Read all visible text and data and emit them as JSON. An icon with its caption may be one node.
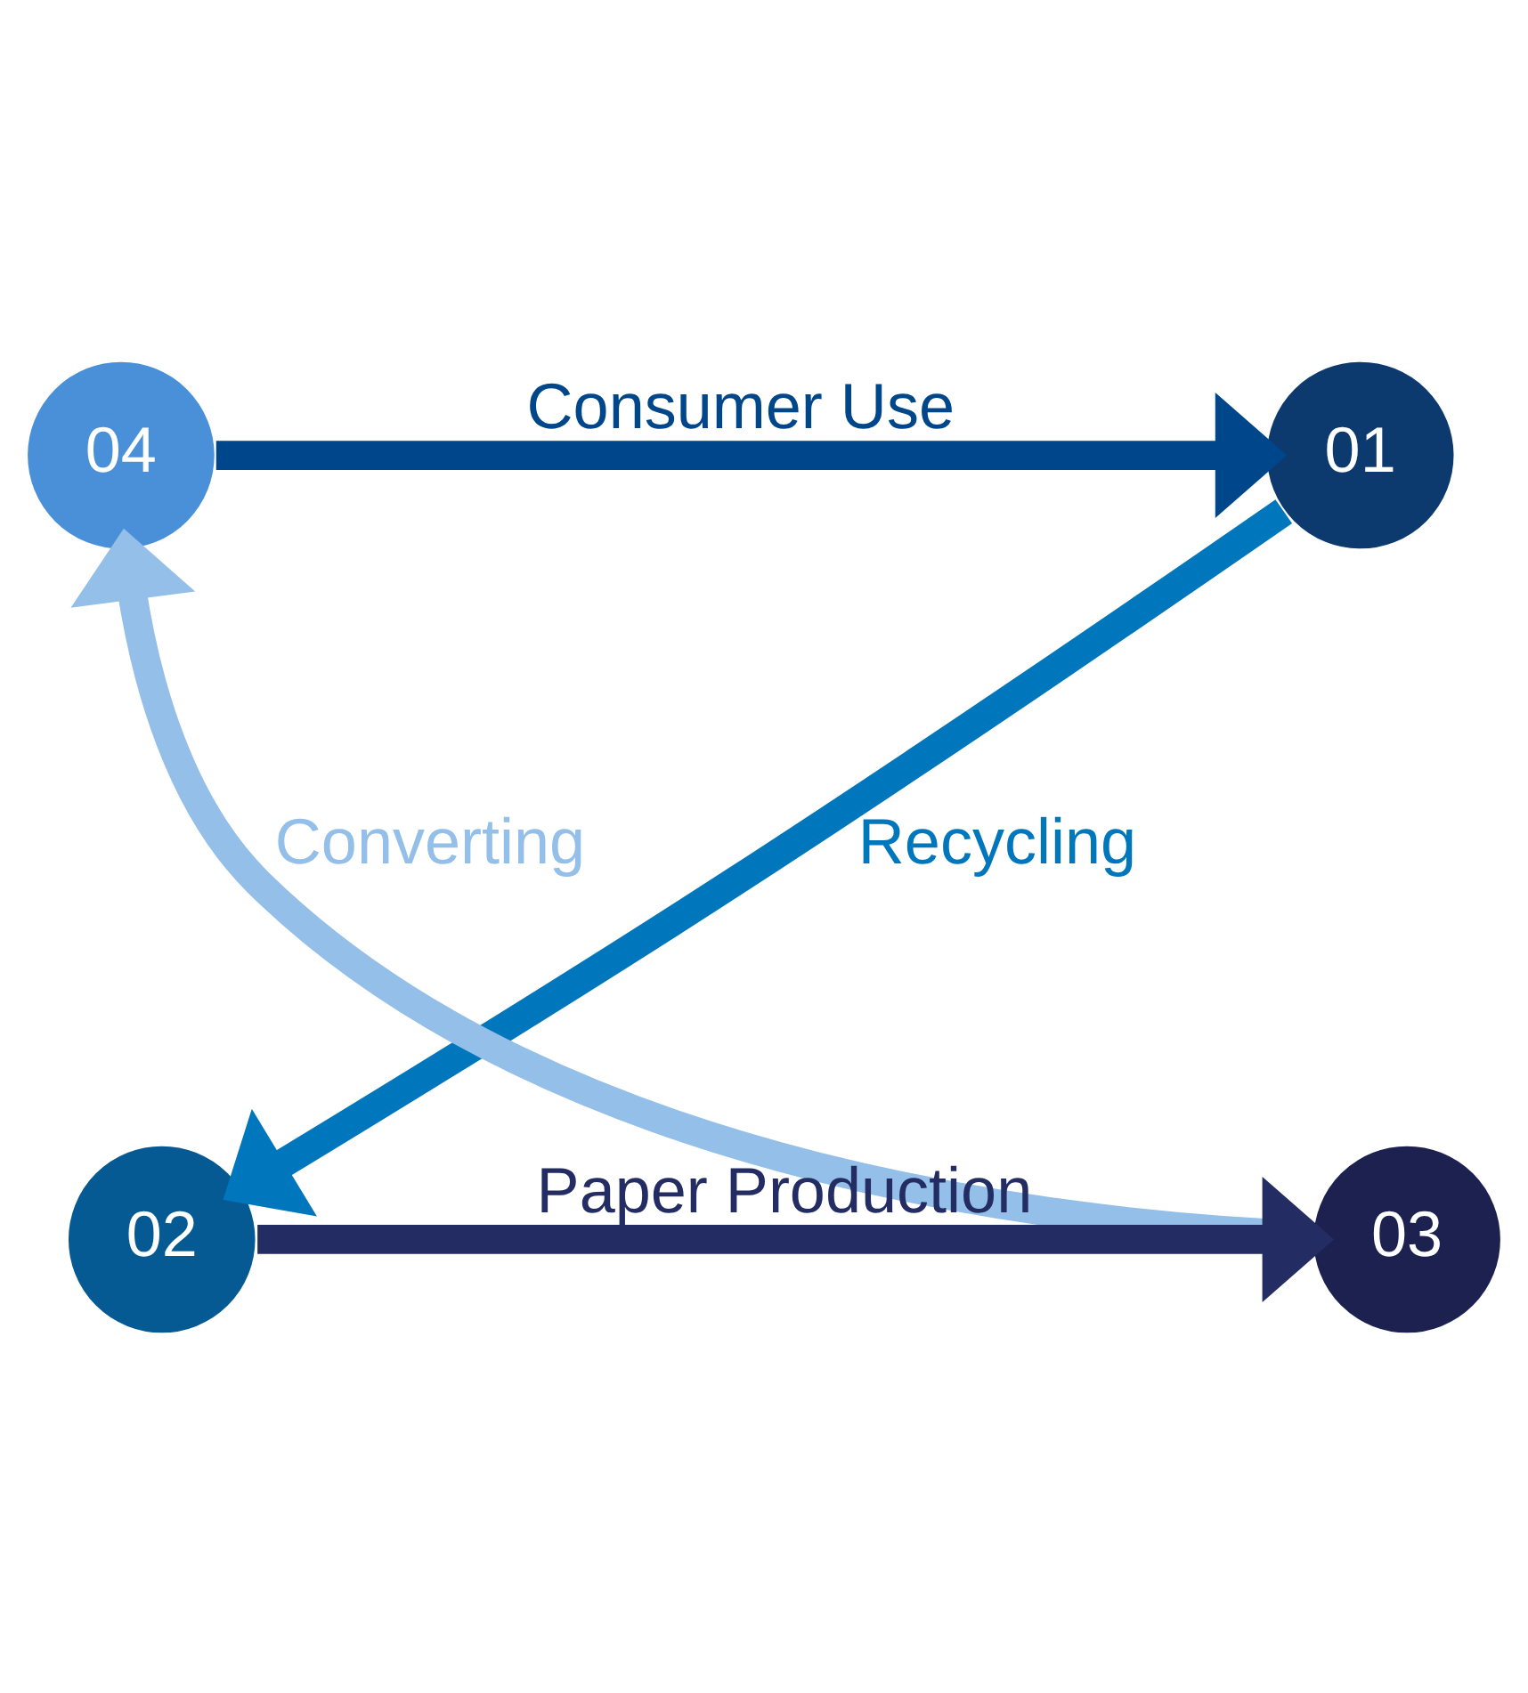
{
  "diagram": {
    "nodes": [
      {
        "text": [
          "04"
        ]
      },
      {
        "text": [
          "01"
        ]
      },
      {
        "text": [
          "03"
        ]
      },
      {
        "text": [
          "02"
        ]
      }
    ],
    "edges": [
      {
        "from": 0,
        "to": 1,
        "arrow": "to",
        "label": "Consumer Use",
        "color": "#00468b"
      },
      {
        "from": 1,
        "to": 3,
        "arrow": "to",
        "label": "Recycling",
        "color": "#0077bd"
      },
      {
        "from": 3,
        "to": 2,
        "arrow": "to",
        "label": "Paper Production",
        "color": "#232d63"
      },
      {
        "from": 2,
        "to": 0,
        "arrow": "to",
        "label": "Converting",
        "color": "#93bfe8"
      }
    ]
  }
}
